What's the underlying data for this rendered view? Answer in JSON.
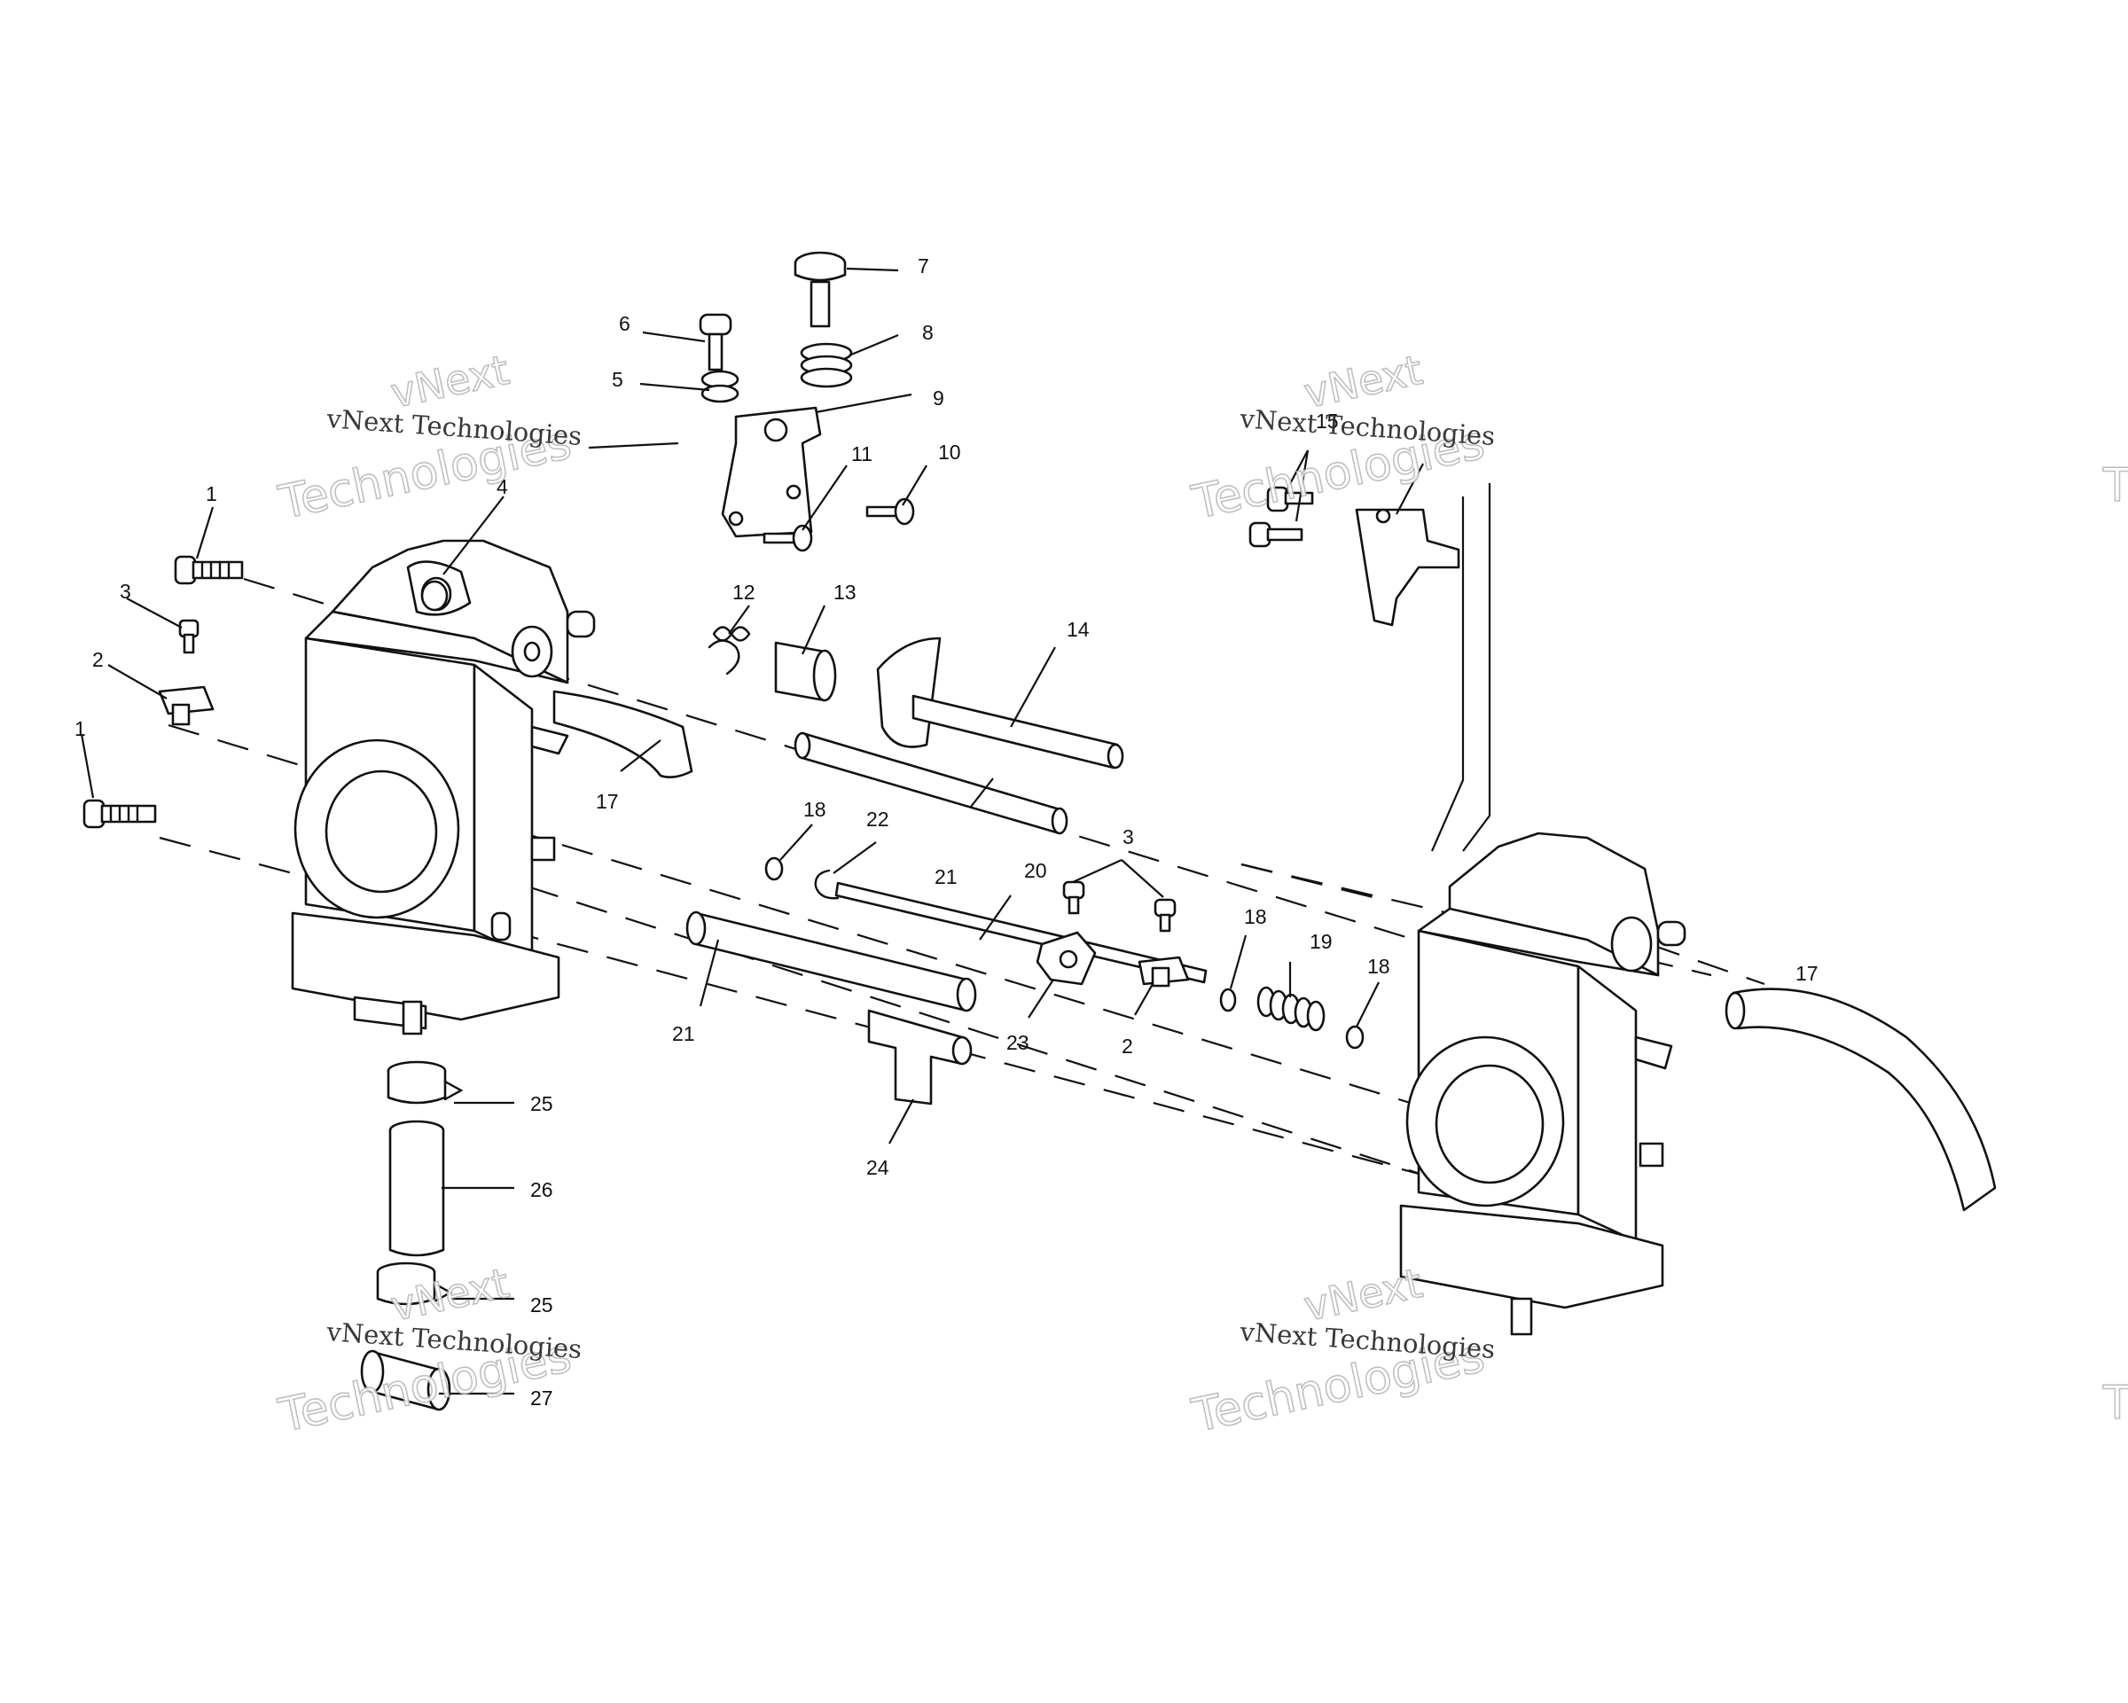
{
  "callouts": [
    {
      "id": "c1a",
      "text": "1"
    },
    {
      "id": "c1b",
      "text": "1"
    },
    {
      "id": "c2a",
      "text": "2"
    },
    {
      "id": "c2b",
      "text": "2"
    },
    {
      "id": "c3a",
      "text": "3"
    },
    {
      "id": "c3b",
      "text": "3"
    },
    {
      "id": "c4",
      "text": "4"
    },
    {
      "id": "c5",
      "text": "5"
    },
    {
      "id": "c6",
      "text": "6"
    },
    {
      "id": "c7",
      "text": "7"
    },
    {
      "id": "c8",
      "text": "8"
    },
    {
      "id": "c9",
      "text": "9"
    },
    {
      "id": "c10",
      "text": "10"
    },
    {
      "id": "c11",
      "text": "11"
    },
    {
      "id": "c12",
      "text": "12"
    },
    {
      "id": "c13",
      "text": "13"
    },
    {
      "id": "c14",
      "text": "14"
    },
    {
      "id": "c15",
      "text": "15"
    },
    {
      "id": "c17a",
      "text": "17"
    },
    {
      "id": "c17b",
      "text": "17"
    },
    {
      "id": "c18a",
      "text": "18"
    },
    {
      "id": "c18b",
      "text": "18"
    },
    {
      "id": "c18c",
      "text": "18"
    },
    {
      "id": "c19",
      "text": "19"
    },
    {
      "id": "c20",
      "text": "20"
    },
    {
      "id": "c21a",
      "text": "21"
    },
    {
      "id": "c21b",
      "text": "21"
    },
    {
      "id": "c22",
      "text": "22"
    },
    {
      "id": "c23",
      "text": "23"
    },
    {
      "id": "c24",
      "text": "24"
    },
    {
      "id": "c25a",
      "text": "25"
    },
    {
      "id": "c25b",
      "text": "25"
    },
    {
      "id": "c26",
      "text": "26"
    },
    {
      "id": "c27",
      "text": "27"
    }
  ],
  "watermark": {
    "company": "vNext Technologies",
    "line1": "vNext",
    "line2": "Technologies",
    "edge": "T"
  }
}
